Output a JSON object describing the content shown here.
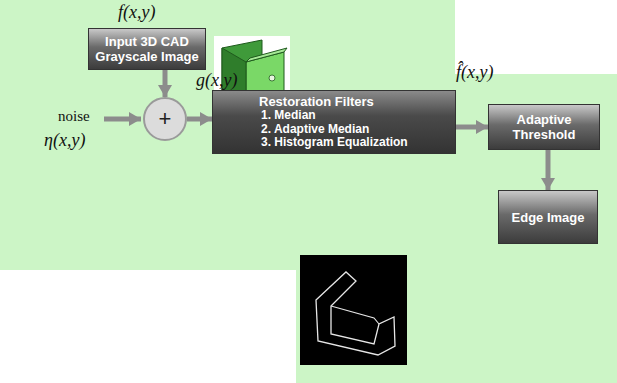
{
  "diagram": {
    "nodes": [
      {
        "text": [
          "Input 3D CAD Grayscale Image"
        ]
      },
      {
        "text": [
          "+"
        ]
      },
      {
        "text": [
          "Restoration Filters",
          "1. Median",
          "2. Adaptive Median",
          "3. Histogram Equalization"
        ]
      },
      {
        "text": [
          "Adaptive Threshold"
        ]
      },
      {
        "text": [
          "Edge Image"
        ]
      }
    ],
    "edges": [
      {
        "from": 0,
        "to": 1,
        "arrow": "to"
      },
      {
        "from": 1,
        "to": 2,
        "arrow": "to"
      },
      {
        "from": 2,
        "to": 3,
        "arrow": "to"
      },
      {
        "from": 3,
        "to": 4,
        "arrow": "to"
      }
    ],
    "labels": [
      "f(x,y)",
      "g(x,y)",
      "noise",
      "η(x,y)",
      "f̂(x,y)"
    ]
  }
}
